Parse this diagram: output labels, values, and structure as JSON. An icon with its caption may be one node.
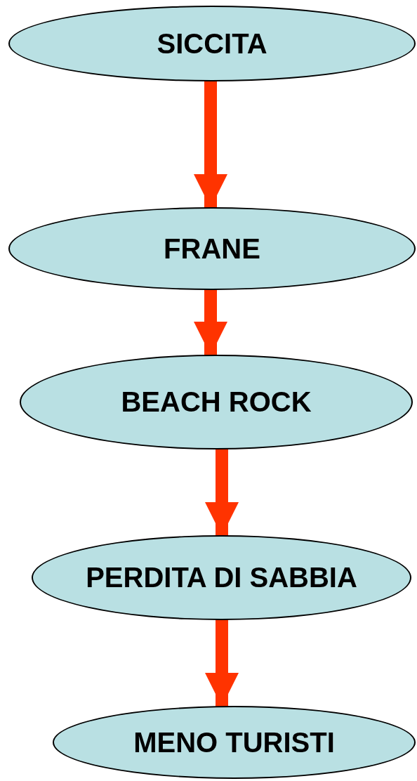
{
  "diagram": {
    "nodes": [
      {
        "text": [
          "SICCITA"
        ]
      },
      {
        "text": [
          "FRANE"
        ]
      },
      {
        "text": [
          "BEACH ROCK"
        ]
      },
      {
        "text": [
          "PERDITA DI SABBIA"
        ]
      },
      {
        "text": [
          "MENO TURISTI"
        ]
      }
    ],
    "edges": [
      {
        "from": 0,
        "to": 1,
        "arrow": "to"
      },
      {
        "from": 1,
        "to": 2,
        "arrow": "to"
      },
      {
        "from": 2,
        "to": 3,
        "arrow": "to"
      },
      {
        "from": 3,
        "to": 4,
        "arrow": "to"
      }
    ]
  }
}
